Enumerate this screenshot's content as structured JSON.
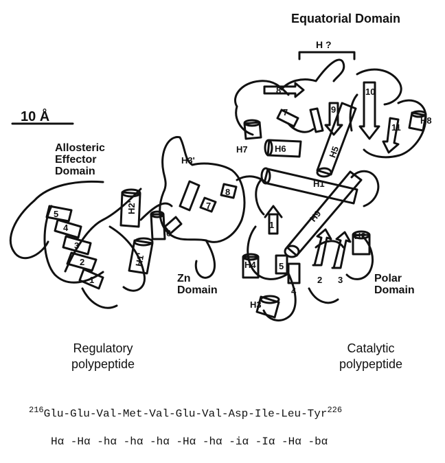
{
  "title": "Equatorial Domain",
  "scale_bar": "10 Å",
  "domains": {
    "allosteric": [
      "Allosteric",
      "Effector",
      "Domain"
    ],
    "zn": [
      "Zn",
      "Domain"
    ],
    "polar": [
      "Polar",
      "Domain"
    ],
    "helix_unknown": "H ?"
  },
  "captions": {
    "regulatory": [
      "Regulatory",
      "polypeptide"
    ],
    "catalytic": [
      "Catalytic",
      "polypeptide"
    ]
  },
  "sequence": {
    "start": "216",
    "residues": "Glu-Glu-Val-Met-Val-Glu-Val-Asp-Ile-Leu-Tyr",
    "end": "226",
    "assignments": "Hα -Hα -hα -hα -hα -Hα -hα -iα -Iα -Hα -bα"
  },
  "structure_labels": {
    "H1": "H1",
    "H2": "H2",
    "H3": "H3",
    "H4": "H4",
    "H5": "H5",
    "H6": "H6",
    "H7": "H7",
    "H8": "H8",
    "H9": "H9",
    "H1p": "H1'",
    "H2p": "H2'",
    "H3p": "H3'",
    "s1": "1",
    "s2": "2",
    "s3": "3",
    "s4": "4",
    "s5": "5",
    "s7": "7",
    "s8": "8",
    "s9": "9",
    "s10": "10",
    "s11": "11",
    "r1": "1",
    "r2": "2",
    "r3": "3",
    "r4": "4",
    "r5": "5",
    "z6": "6",
    "z7": "7",
    "z8": "8"
  }
}
